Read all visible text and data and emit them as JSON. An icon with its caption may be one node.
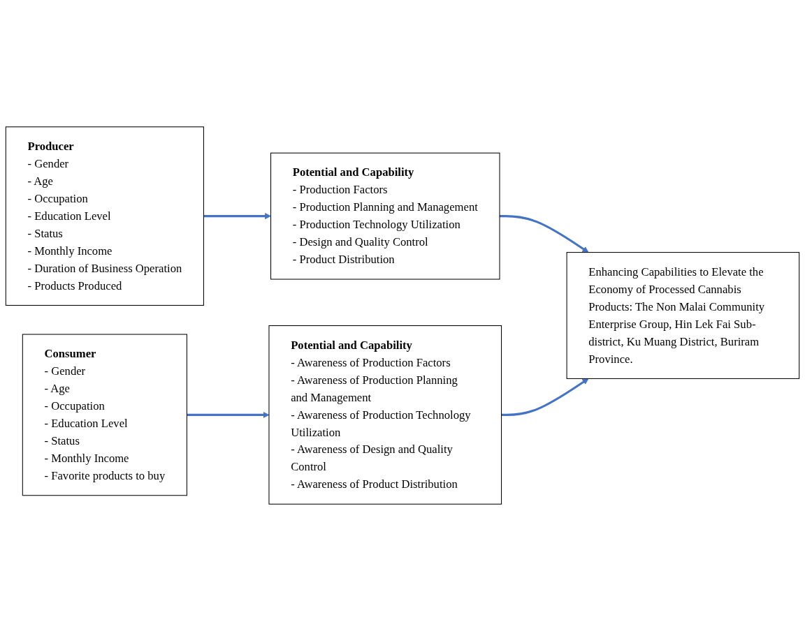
{
  "diagram": {
    "nodes": [
      {
        "text": [
          "Producer",
          "- Gender",
          "- Age",
          "- Occupation",
          "- Education Level",
          "- Status",
          "- Monthly Income",
          "- Duration of Business Operation",
          "- Products Produced"
        ]
      },
      {
        "text": [
          "Potential and Capability",
          "- Production Factors",
          "- Production Planning and Management",
          "- Production Technology Utilization",
          "- Design and Quality Control",
          "- Product Distribution"
        ]
      },
      {
        "text": [
          "Consumer",
          "- Gender",
          "- Age",
          "- Occupation",
          "- Education Level",
          "- Status",
          "- Monthly Income",
          "- Favorite products to buy"
        ]
      },
      {
        "text": [
          "Potential and Capability",
          "- Awareness of Production Factors",
          "- Awareness of Production Planning and Management",
          "- Awareness of Production Technology Utilization",
          "- Awareness of Design and Quality Control",
          "- Awareness of Product Distribution"
        ]
      },
      {
        "text": [
          "Enhancing Capabilities to Elevate the Economy of Processed Cannabis Products: The Non Malai Community Enterprise Group, Hin Lek Fai Sub-district, Ku Muang District, Buriram Province."
        ]
      }
    ],
    "edges": [
      {
        "from": 0,
        "to": 1,
        "arrow": "to"
      },
      {
        "from": 2,
        "to": 3,
        "arrow": "to"
      },
      {
        "from": 1,
        "to": 4,
        "arrow": "to"
      },
      {
        "from": 3,
        "to": 4,
        "arrow": "to"
      }
    ]
  }
}
